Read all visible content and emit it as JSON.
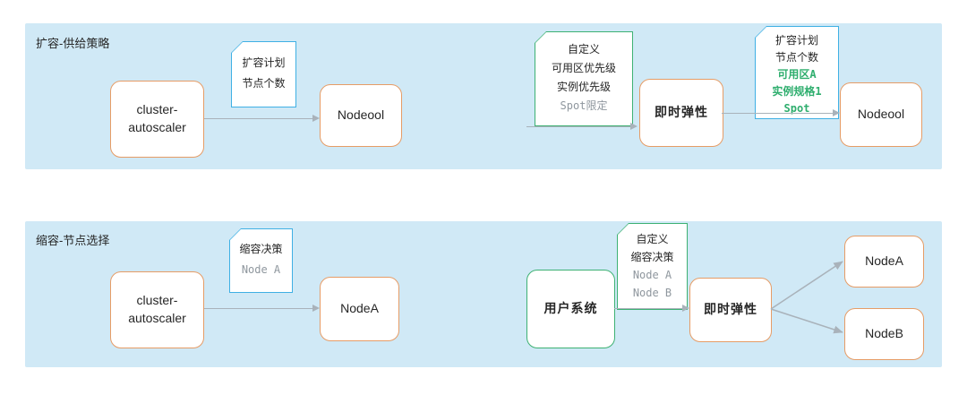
{
  "colors": {
    "band_bg": "#d0e9f6",
    "orange": "#e69c66",
    "blue": "#3fb0e4",
    "green": "#3db173",
    "green_text": "#2fae6e",
    "arrow_color": "#a9b2ba",
    "text_dark": "#262626",
    "gray_text": "#8f979e"
  },
  "sections": {
    "top": {
      "title": "扩容-供给策略",
      "nodes": {
        "cluster_autoscaler": "cluster-\nautoscaler",
        "nodepool_left": "Nodeool",
        "instant_elastic": "即时弹性",
        "nodepool_right": "Nodeool"
      },
      "notes": {
        "scale_plan": {
          "lines": [
            "扩容计划",
            "节点个数"
          ]
        },
        "custom_priority": {
          "lines": [
            "自定义",
            "可用区优先级",
            "实例优先级",
            "Spot限定"
          ]
        },
        "scale_plan_detail": {
          "lines": [
            "扩容计划",
            "节点个数",
            "可用区A",
            "实例规格1",
            "Spot"
          ]
        }
      }
    },
    "bottom": {
      "title": "缩容-节点选择",
      "nodes": {
        "cluster_autoscaler": "cluster-\nautoscaler",
        "node_a_left": "NodeA",
        "user_system": "用户系统",
        "instant_elastic": "即时弹性",
        "node_a_right": "NodeA",
        "node_b_right": "NodeB"
      },
      "notes": {
        "scale_in_decision": {
          "lines": [
            "缩容决策",
            "Node A"
          ]
        },
        "custom_scale_in": {
          "lines": [
            "自定义",
            "缩容决策",
            "Node A",
            "Node B"
          ]
        }
      }
    }
  }
}
